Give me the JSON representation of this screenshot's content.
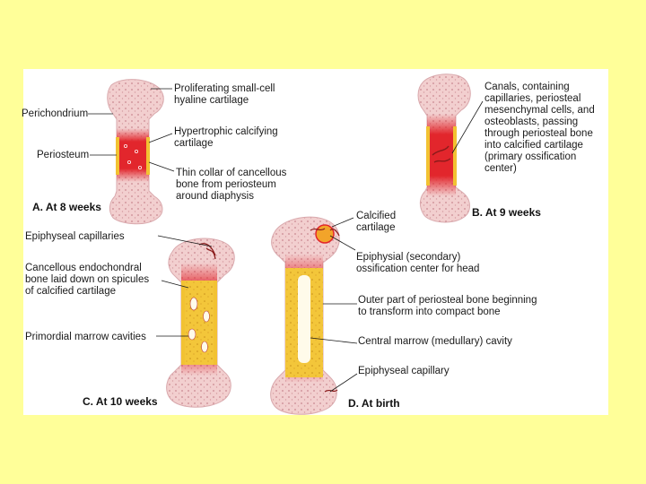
{
  "panels": {
    "a": {
      "caption": "A. At 8 weeks",
      "labels": {
        "proliferating": "Proliferating small-cell\nhyaline cartilage",
        "perichondrium": "Perichondrium",
        "hypertrophic": "Hypertrophic calcifying\ncartilage",
        "periosteum": "Periosteum",
        "collar": "Thin collar of cancellous\nbone from periosteum\naround diaphysis"
      }
    },
    "b": {
      "caption": "B. At 9 weeks",
      "labels": {
        "canals": "Canals, containing\ncapillaries, periosteal\nmesenchymal cells, and\nosteoblasts, passing\nthrough periosteal bone\ninto calcified cartilage\n(primary ossification\ncenter)"
      }
    },
    "c": {
      "caption": "C. At 10 weeks",
      "labels": {
        "epi_capillaries": "Epiphyseal capillaries",
        "cancellous": "Cancellous endochondral\nbone laid down on spicules\nof calcified cartilage",
        "marrow": "Primordial marrow cavities"
      }
    },
    "d": {
      "caption": "D. At birth",
      "labels": {
        "calcified": "Calcified\ncartilage",
        "secondary": "Epiphysial (secondary)\nossification center for head",
        "outer": "Outer part of periosteal bone beginning\nto transform into compact bone",
        "central": "Central marrow (medullary) cavity",
        "capillary": "Epiphyseal capillary"
      }
    }
  },
  "colors": {
    "slide_background": "#ffff99",
    "panel_background": "#ffffff",
    "cartilage": "#f2cfcf",
    "calcified_zone": "#e2262c",
    "periosteal_bone": "#f2c232",
    "marrow": "#fffbea"
  }
}
